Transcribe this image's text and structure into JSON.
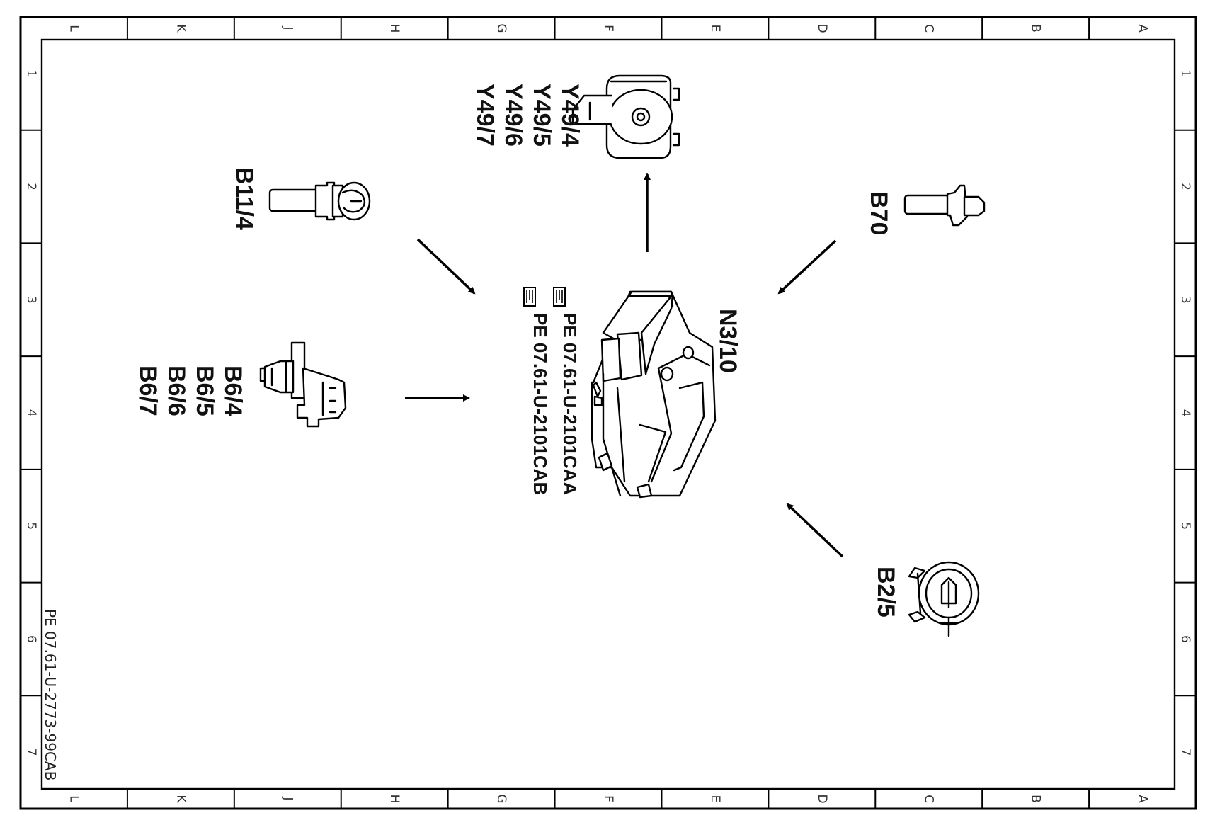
{
  "grid": {
    "columns": [
      "L",
      "K",
      "J",
      "H",
      "G",
      "F",
      "E",
      "D",
      "C",
      "B",
      "A"
    ],
    "rows": [
      "1",
      "2",
      "3",
      "4",
      "5",
      "6",
      "7"
    ]
  },
  "document_id": "PE 07.61-U-2773-99CAB",
  "components": {
    "actuator": [
      "Y49/4",
      "Y49/5",
      "Y49/6",
      "Y49/7"
    ],
    "temp_sensor": "B11/4",
    "crank_sensor": "B70",
    "cam_sensors": [
      "B6/4",
      "B6/5",
      "B6/6",
      "B6/7"
    ],
    "control_unit": "N3/10",
    "knock_sensor": "B2/5"
  },
  "references": [
    "PE 07.61-U-2101CAA",
    "PE 07.61-U-2101CAB"
  ]
}
